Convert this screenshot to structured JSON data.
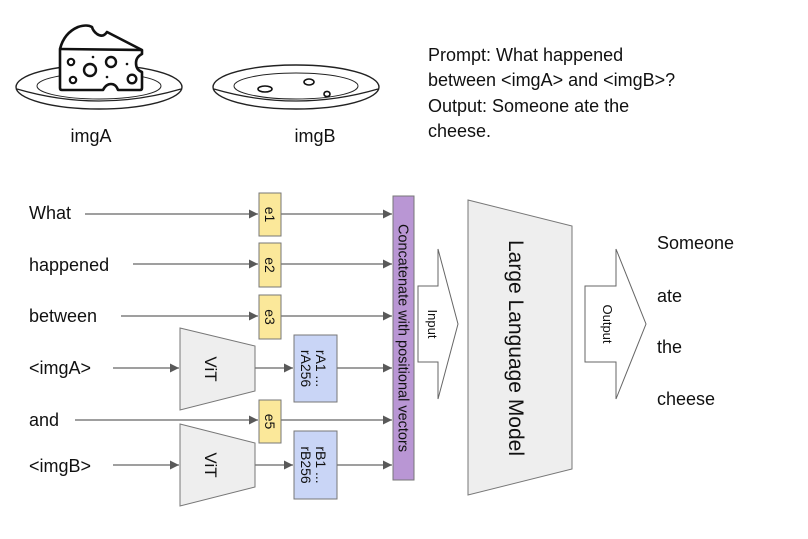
{
  "images": {
    "imgA_label": "imgA",
    "imgB_label": "imgB"
  },
  "caption": {
    "lines": [
      "Prompt: What happened",
      "between <imgA> and <imgB>?",
      "Output: Someone ate the",
      "cheese."
    ]
  },
  "inputs": {
    "tokens": [
      "What",
      "happened",
      "between",
      "<imgA>",
      "and",
      "<imgB>"
    ]
  },
  "embeddings": {
    "e1": "e1",
    "e2": "e2",
    "e3": "e3",
    "e5": "e5"
  },
  "encoders": {
    "vitA": "ViT",
    "vitB": "ViT"
  },
  "image_tokens": {
    "rA_line1": "rA1 ...",
    "rA_line2": "rA256",
    "rB_line1": "rB1 ...",
    "rB_line2": "rB256"
  },
  "concat_label": "Concatenate with positional vectors",
  "input_arrow_label": "Input",
  "llm_label": "Large Language Model",
  "output_arrow_label": "Output",
  "outputs": {
    "words": [
      "Someone",
      "ate",
      "the",
      "cheese"
    ]
  },
  "colors": {
    "embedding_fill": "#fbe89a",
    "concat_fill": "#b996d4",
    "image_token_fill": "#c9d5f6",
    "model_fill": "#eeeeee",
    "stroke": "#777777",
    "arrow": "#555555"
  }
}
